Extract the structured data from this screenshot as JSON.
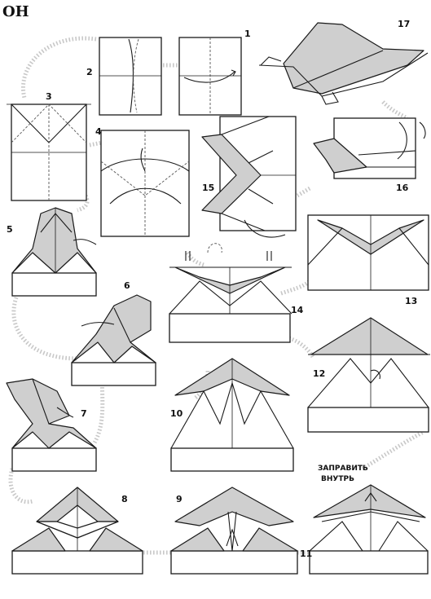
{
  "page": {
    "title": "ОН"
  },
  "steps": [
    {
      "label": "1"
    },
    {
      "label": "2"
    },
    {
      "label": "3"
    },
    {
      "label": "4"
    },
    {
      "label": "5"
    },
    {
      "label": "6"
    },
    {
      "label": "7"
    },
    {
      "label": "8"
    },
    {
      "label": "9"
    },
    {
      "label": "10"
    },
    {
      "label": "11"
    },
    {
      "label": "12"
    },
    {
      "label": "13"
    },
    {
      "label": "14"
    },
    {
      "label": "15"
    },
    {
      "label": "16"
    },
    {
      "label": "17"
    }
  ],
  "annotations": {
    "tuck_inside_line1": "ЗАПРАВИТЬ",
    "tuck_inside_line2": "ВНУТРЬ"
  },
  "colors": {
    "line": "#1a1a1a",
    "shading": "#cfcfcf",
    "flow_path": "#c8c8c8",
    "background": "#ffffff"
  }
}
